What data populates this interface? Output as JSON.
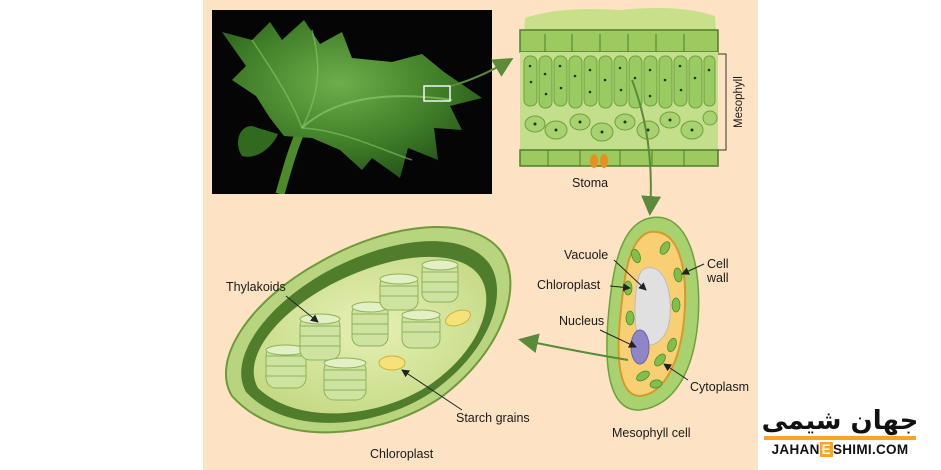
{
  "labels": {
    "mesophyll": "Mesophyll",
    "stoma": "Stoma",
    "vacuole": "Vacuole",
    "cell_wall": "Cell wall",
    "chloroplast_cell": "Chloroplast",
    "nucleus": "Nucleus",
    "cytoplasm": "Cytoplasm",
    "mesophyll_cell": "Mesophyll cell",
    "thylakoids": "Thylakoids",
    "starch_grains": "Starch grains",
    "chloroplast_main": "Chloroplast"
  },
  "logo": {
    "persian": "جهان شیمی",
    "english_pre": "JAHAN",
    "english_mid": "E",
    "english_post": "SHIMI.COM"
  },
  "colors": {
    "background": "#fde3c3",
    "leaf_green": "#3e7a2e",
    "cell_green": "#9ccc65",
    "arrow_green": "#5b8a3a",
    "logo_accent": "#f5a623"
  }
}
